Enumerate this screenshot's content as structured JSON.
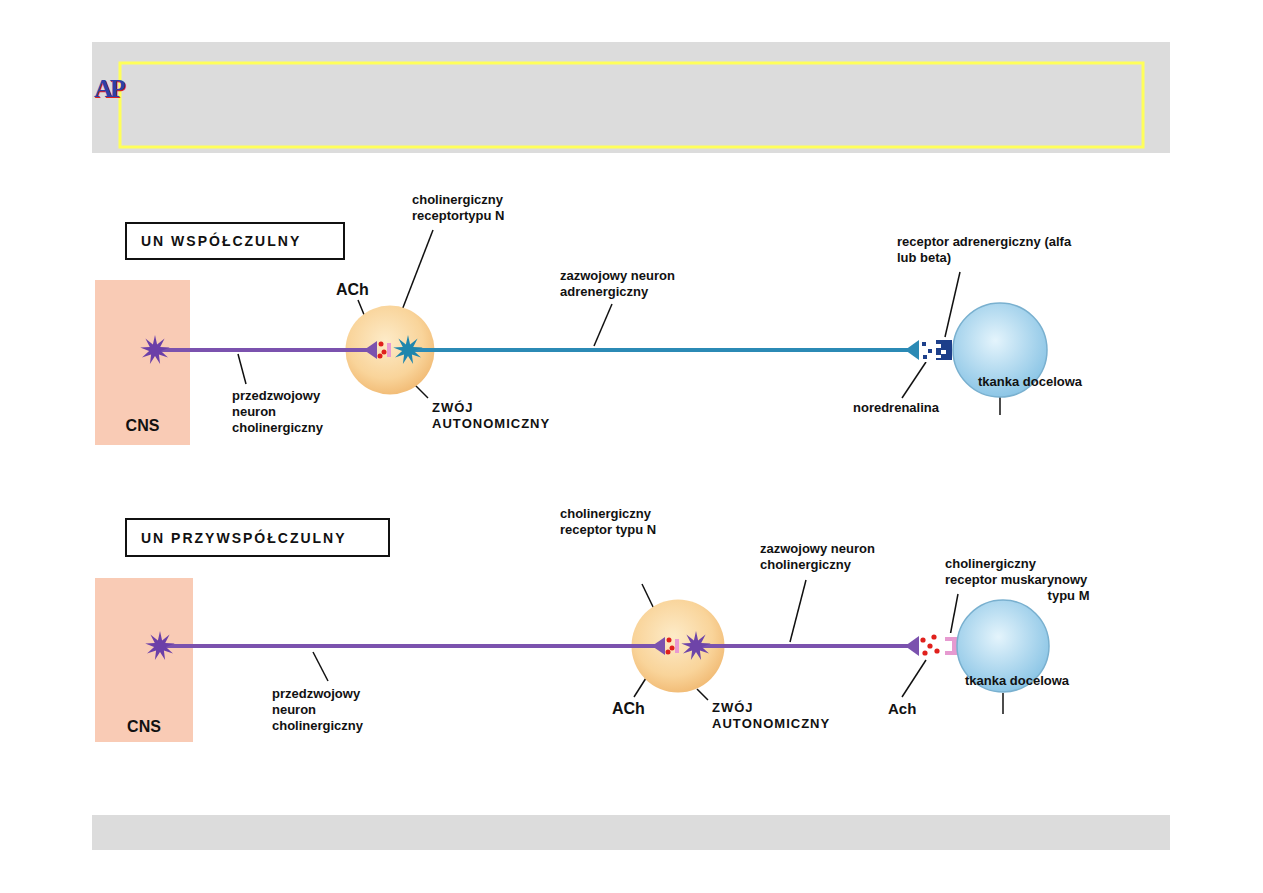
{
  "diagram": {
    "nodes": [
      {
        "text": [
          "UN WSPÓŁCZULNY"
        ]
      },
      {
        "text": [
          "CNS"
        ]
      },
      {
        "text": [
          "ZWÓJ AUTONOMICZNY"
        ]
      },
      {
        "text": [
          "tkanka docelowa"
        ]
      },
      {
        "text": [
          "UN PRZYWSPÓŁCZULNY"
        ]
      },
      {
        "text": [
          "CNS"
        ]
      },
      {
        "text": [
          "ZWÓJ AUTONOMICZNY"
        ]
      },
      {
        "text": [
          "tkanka docelowa"
        ]
      }
    ],
    "edges": [
      {
        "from": 1,
        "to": 2,
        "arrow": "none"
      },
      {
        "from": 2,
        "to": 3,
        "arrow": "none"
      },
      {
        "from": 5,
        "to": 6,
        "arrow": "none"
      },
      {
        "from": 6,
        "to": 7,
        "arrow": "none"
      }
    ],
    "labels": [
      "AP",
      "cholinergiczny receptortypu N",
      "ACh",
      "zazwojowy neuron adrenergiczny",
      "receptor adrenergiczny (alfa lub beta)",
      "przedzwojowy neuron cholinergiczny",
      "noredrenalina",
      "cholinergiczny receptor typu N",
      "zazwojowy neuron cholinergiczny",
      "cholinergiczny receptor muskarynowy typu M",
      "przedzwojowy neuron cholinergiczny",
      "ACh",
      "Ach"
    ]
  }
}
